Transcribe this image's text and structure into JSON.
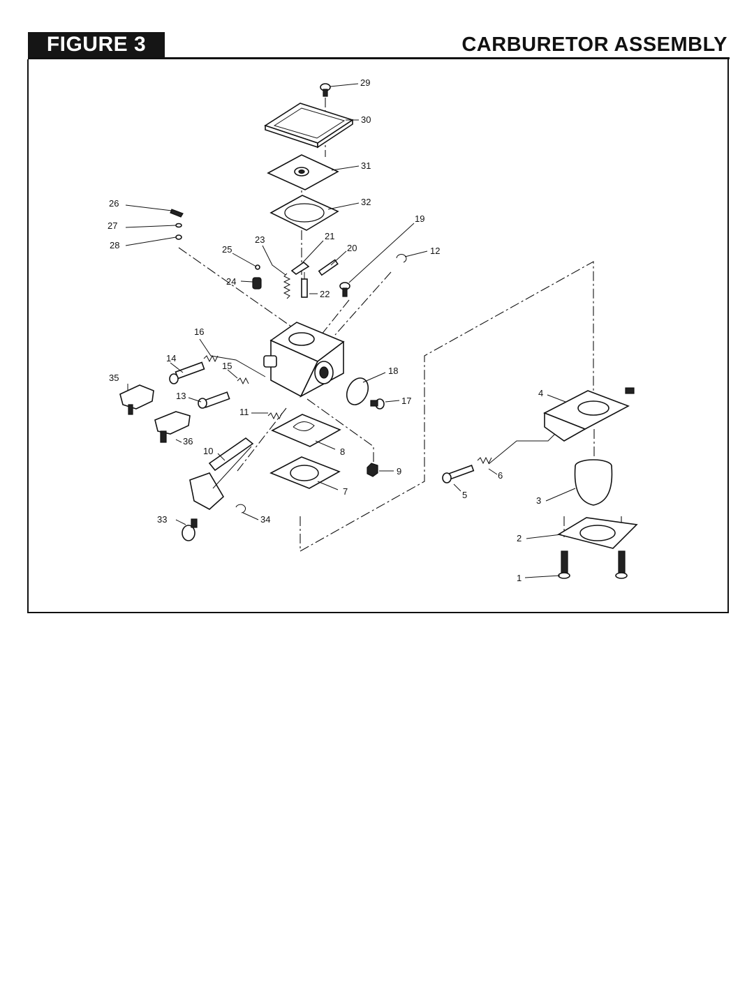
{
  "header": {
    "figure_label": "FIGURE 3",
    "title": "CARBURETOR ASSEMBLY"
  },
  "callouts": [
    "1",
    "2",
    "3",
    "4",
    "5",
    "6",
    "7",
    "8",
    "9",
    "10",
    "11",
    "12",
    "13",
    "14",
    "15",
    "16",
    "17",
    "18",
    "19",
    "20",
    "21",
    "22",
    "23",
    "24",
    "25",
    "26",
    "27",
    "28",
    "29",
    "30",
    "31",
    "32",
    "33",
    "34",
    "35",
    "36"
  ]
}
